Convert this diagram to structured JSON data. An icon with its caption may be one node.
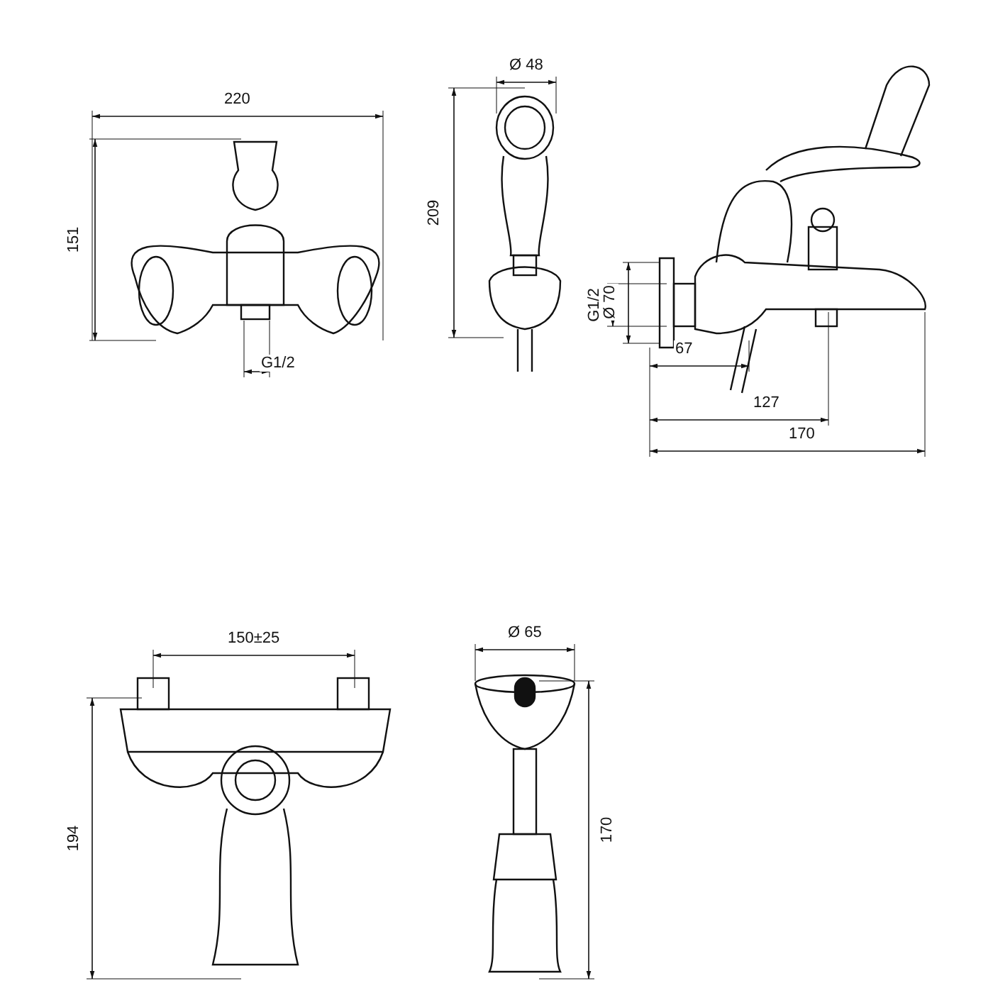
{
  "diagram": {
    "labels": [
      "220",
      "151",
      "G1/2",
      "Ø 48",
      "209",
      "Ø 70",
      "G1/2",
      "67",
      "127",
      "170",
      "150±25",
      "194",
      "Ø 65",
      "170"
    ]
  }
}
